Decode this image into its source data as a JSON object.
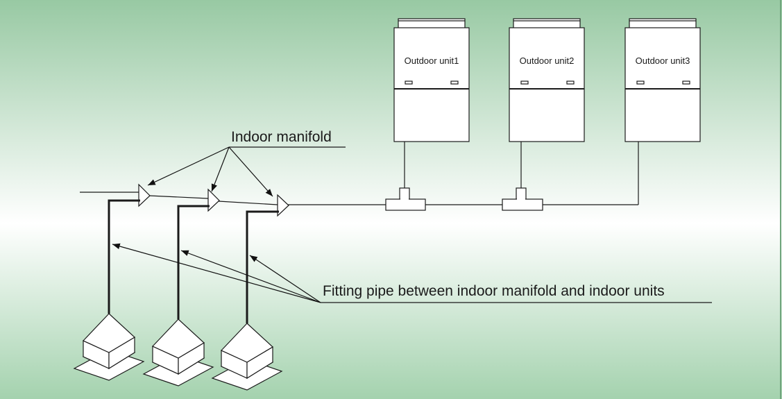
{
  "background": {
    "top_color": "#98c9a3",
    "mid_color": "#ffffff",
    "bottom_color": "#a4d2ae"
  },
  "labels": {
    "indoor_manifold": "Indoor manifold",
    "fitting_pipe": "Fitting pipe between indoor manifold and indoor units"
  },
  "outdoor_units": [
    {
      "label": "Outdoor unit1"
    },
    {
      "label": "Outdoor unit2"
    },
    {
      "label": "Outdoor unit3"
    }
  ],
  "icons": {
    "outdoor_unit": "outdoor-unit-icon",
    "indoor_unit": "ceiling-cassette-indoor-unit-icon",
    "manifold": "manifold-arrow-icon",
    "tee": "tee-joint-icon"
  }
}
